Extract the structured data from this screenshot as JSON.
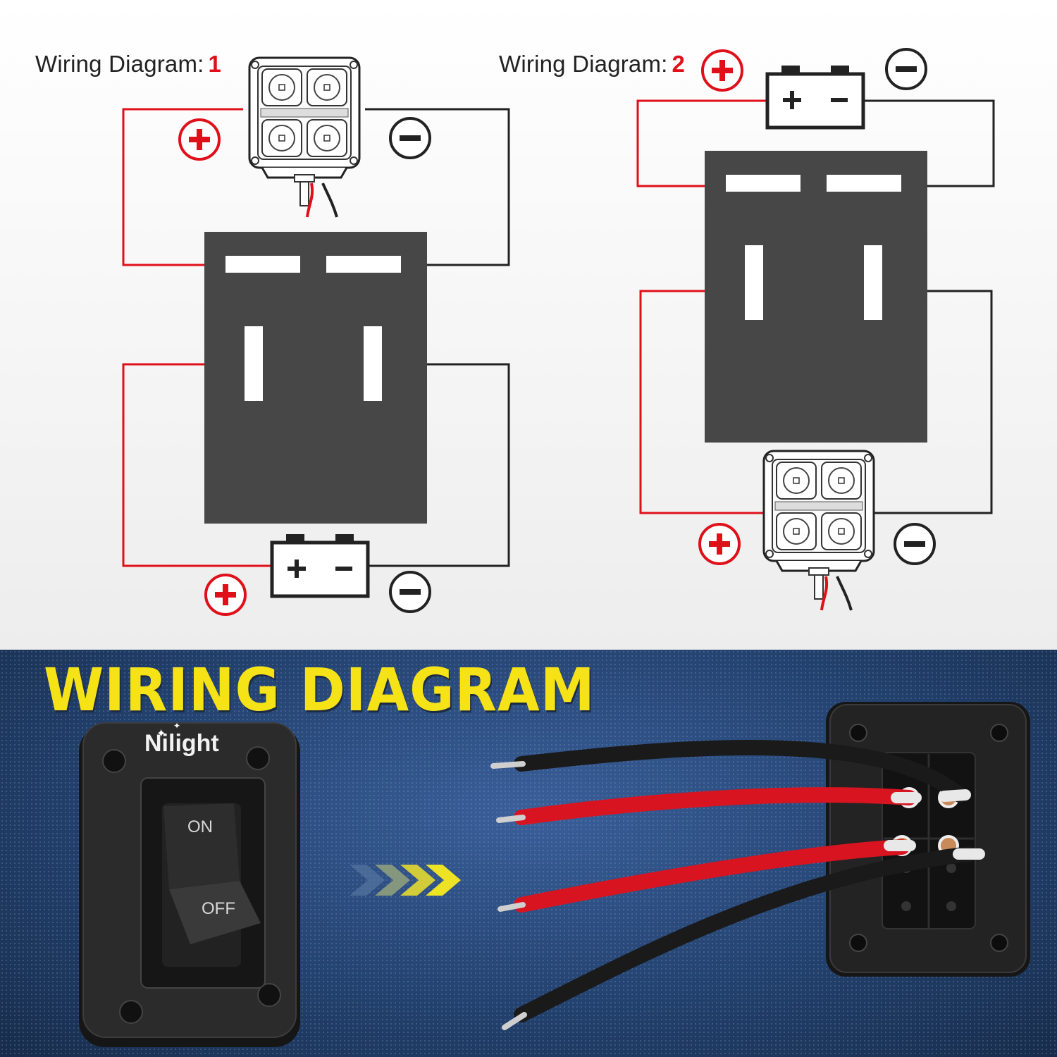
{
  "diagram1": {
    "title_prefix": "Wiring Diagram:",
    "title_number": "1",
    "plus_label": "+",
    "minus_label": "−",
    "battery_plus": "+",
    "battery_minus": "−"
  },
  "diagram2": {
    "title_prefix": "Wiring Diagram:",
    "title_number": "2",
    "plus_label": "+",
    "minus_label": "−",
    "battery_plus": "+",
    "battery_minus": "−"
  },
  "banner": {
    "headline": "WIRING DIAGRAM",
    "brand": "Nilight",
    "on_label": "ON",
    "off_label": "OFF"
  },
  "colors": {
    "positive_wire": "#e0101a",
    "negative_wire": "#222222",
    "switch_body": "#474747",
    "headline": "#f5e318",
    "arrows": "#e4dc2c"
  }
}
